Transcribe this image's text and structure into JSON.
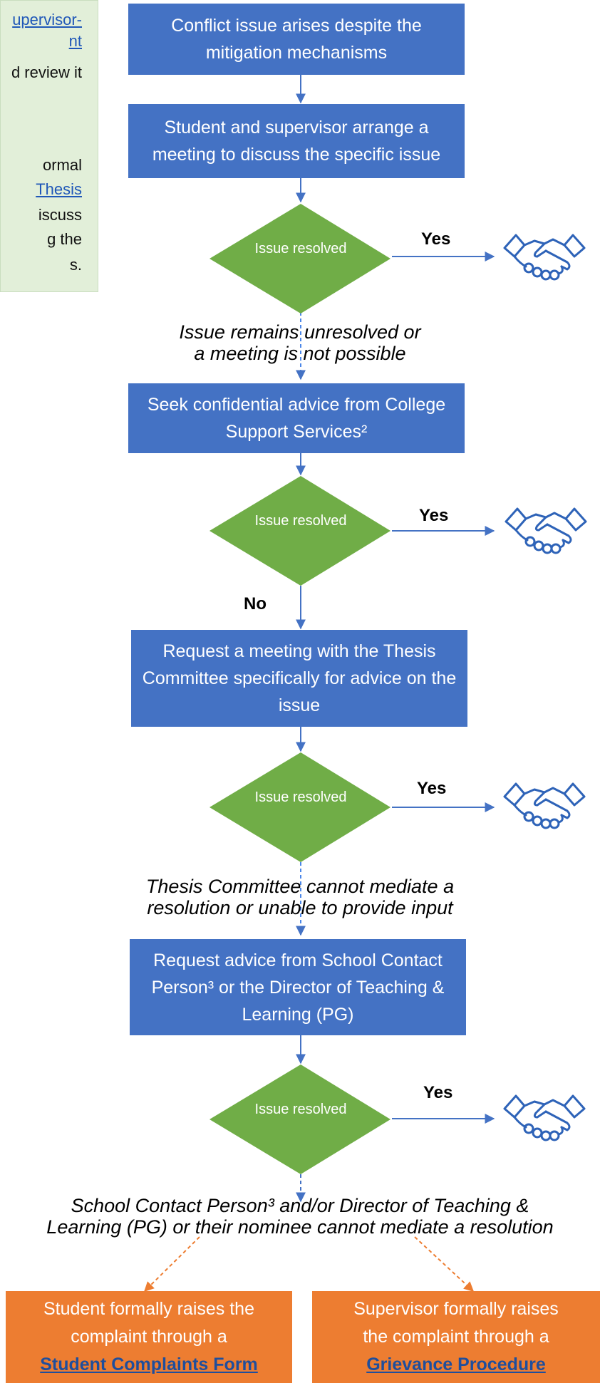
{
  "side_note": {
    "lines": [
      "upervisor-",
      "nt",
      "d review it",
      "ormal",
      "Thesis",
      "iscuss",
      "g the",
      "s."
    ]
  },
  "steps": {
    "s1": "Conflict issue arises despite the mitigation mechanisms",
    "s2": "Student and supervisor arrange a meeting to discuss the specific issue",
    "s3": "Seek confidential advice from College Support Services²",
    "s4": "Request a meeting with the Thesis Committee specifically for advice on the issue",
    "s5": "Request advice from School Contact Person³ or the Director of Teaching & Learning (PG)"
  },
  "decisions": {
    "d1": "Issue resolved",
    "d2": "Issue resolved",
    "d3": "Issue resolved",
    "d4": "Issue resolved"
  },
  "labels": {
    "yes1": "Yes",
    "yes2": "Yes",
    "yes3": "Yes",
    "yes4": "Yes",
    "no": "No"
  },
  "notes": {
    "n1_line1": "Issue remains unresolved or",
    "n1_line2": "a meeting is not possible",
    "n2_line1": "Thesis Committee cannot mediate a",
    "n2_line2": "resolution or unable to provide input",
    "n3_line1": "School Contact Person³ and/or Director of Teaching &",
    "n3_line2": "Learning (PG) or their nominee cannot mediate a resolution"
  },
  "outcomes": {
    "student_text": "Student formally raises the complaint through a",
    "student_link": "Student Complaints Form",
    "supervisor_text": "Supervisor formally raises the complaint through a",
    "supervisor_link": "Grievance Procedure"
  },
  "icons": {
    "resolved": "handshake-icon"
  },
  "colors": {
    "step_fill": "#4472c4",
    "decision_fill": "#70ad47",
    "outcome_fill": "#ed7d31",
    "note_fill": "#e2efd9",
    "link": "#1f57b8"
  }
}
